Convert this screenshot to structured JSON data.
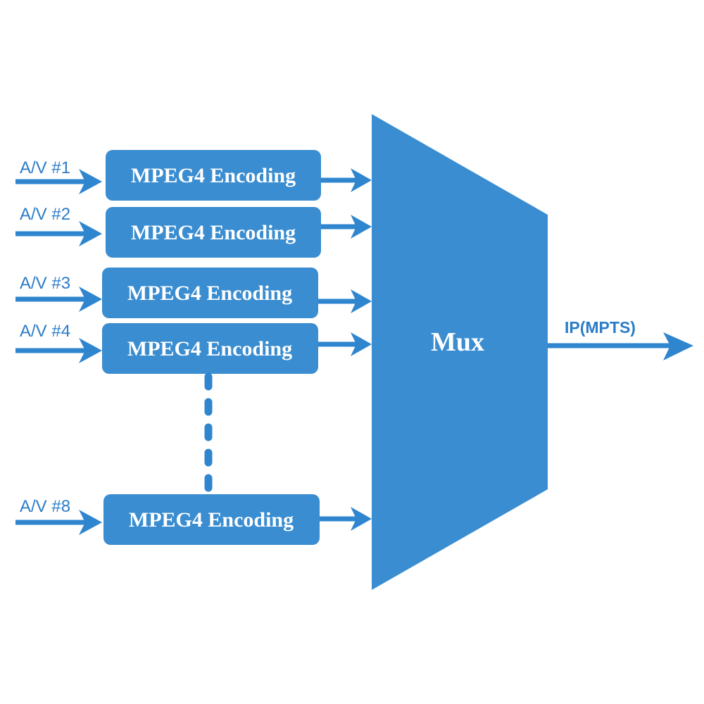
{
  "diagram": {
    "colors": {
      "block": "#3a8dd0",
      "arrow": "#2f86cf",
      "label": "#2b7cc7",
      "text_on_block": "#ffffff"
    },
    "encoders": [
      {
        "input_label": "A/V #1",
        "box_label": "MPEG4 Encoding"
      },
      {
        "input_label": "A/V #2",
        "box_label": "MPEG4 Encoding"
      },
      {
        "input_label": "A/V #3",
        "box_label": "MPEG4 Encoding"
      },
      {
        "input_label": "A/V #4",
        "box_label": "MPEG4 Encoding"
      },
      {
        "input_label": "A/V #8",
        "box_label": "MPEG4 Encoding"
      }
    ],
    "mux": {
      "label": "Mux"
    },
    "output": {
      "label": "IP(MPTS)"
    }
  }
}
